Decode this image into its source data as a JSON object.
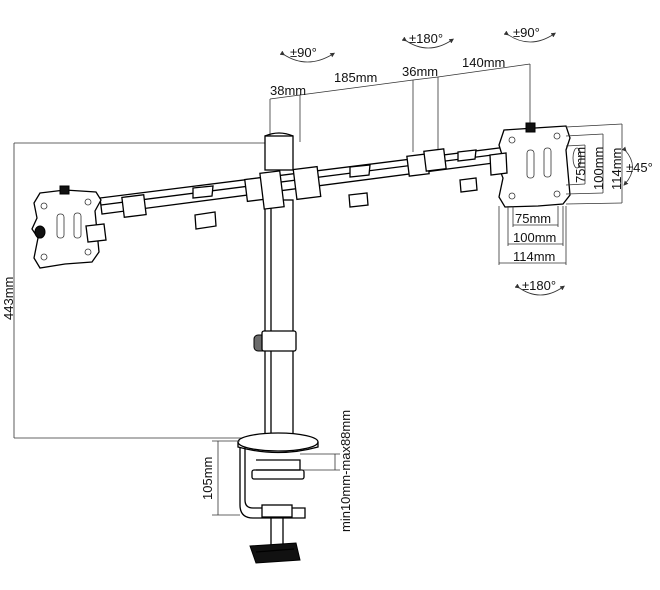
{
  "diagram": {
    "rotations": {
      "left_arm": "±90°",
      "middle": "±180°",
      "right_arm": "±90°",
      "tilt": "±45°",
      "bottom": "±180°"
    },
    "dimensions": {
      "arm1": "38mm",
      "arm2": "185mm",
      "arm3": "36mm",
      "arm4": "140mm",
      "height": "443mm",
      "clamp_height": "105mm",
      "clamp_range": "min10mm-max88mm",
      "vesa_h_75": "75mm",
      "vesa_h_100": "100mm",
      "vesa_h_114": "114mm",
      "vesa_w_75": "75mm",
      "vesa_w_100": "100mm",
      "vesa_w_114": "114mm"
    }
  }
}
